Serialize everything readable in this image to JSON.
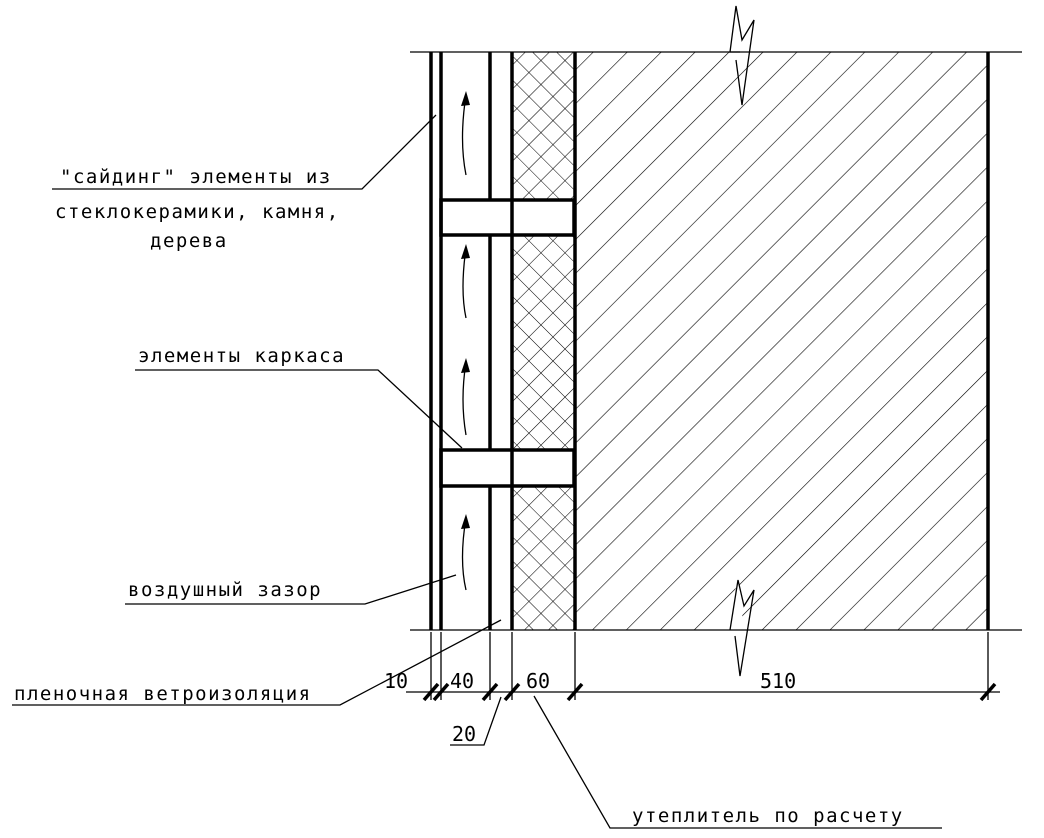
{
  "labels": {
    "siding_line1": "\"сайдинг\" элементы из",
    "siding_line2": "стеклокерамики, камня,",
    "siding_line3": "дерева",
    "frame": "элементы каркаса",
    "air_gap": "воздушный зазор",
    "membrane": "пленочная ветроизоляция",
    "insulation": "утеплитель по расчету"
  },
  "dimensions": {
    "siding": "10",
    "air_gap": "40",
    "membrane": "20",
    "insulation": "60",
    "wall": "510"
  },
  "colors": {
    "line": "#000000",
    "background": "#ffffff"
  }
}
